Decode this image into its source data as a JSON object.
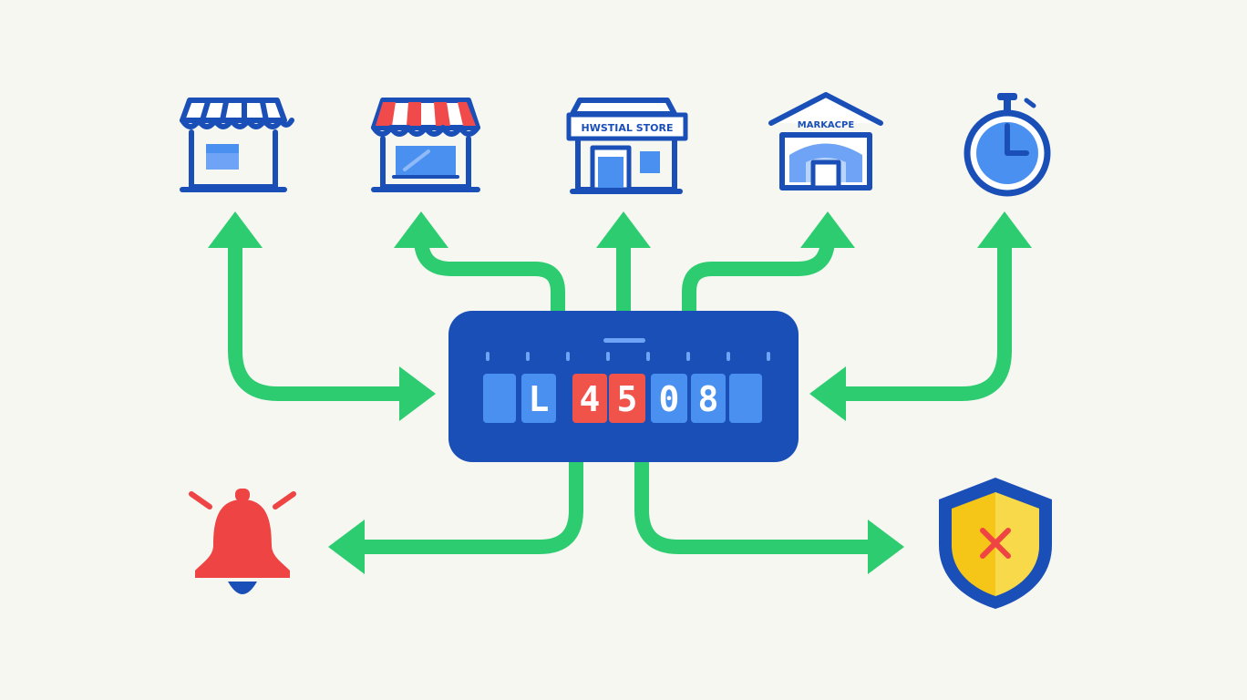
{
  "colors": {
    "background": "#f7f7f2",
    "arrow": "#2ecc71",
    "primary": "#1a4fb8",
    "light_blue": "#4a90f0",
    "red": "#f0534a",
    "alert_red": "#ef4444",
    "awning_red": "#f04a4a",
    "shield_yellow": "#f5c518"
  },
  "stores": {
    "store_3_sign": "HWSTIAL STORE",
    "store_4_sign": "MARKACPE"
  },
  "hub": {
    "digits": [
      "L",
      "4",
      "5",
      "0",
      "8"
    ]
  },
  "icons": {
    "store_1": "storefront-icon",
    "store_2": "striped-awning-store-icon",
    "store_3": "store-building-icon",
    "store_4": "marketplace-building-icon",
    "timer": "stopwatch-icon",
    "alert": "bell-icon",
    "security": "shield-x-icon"
  }
}
